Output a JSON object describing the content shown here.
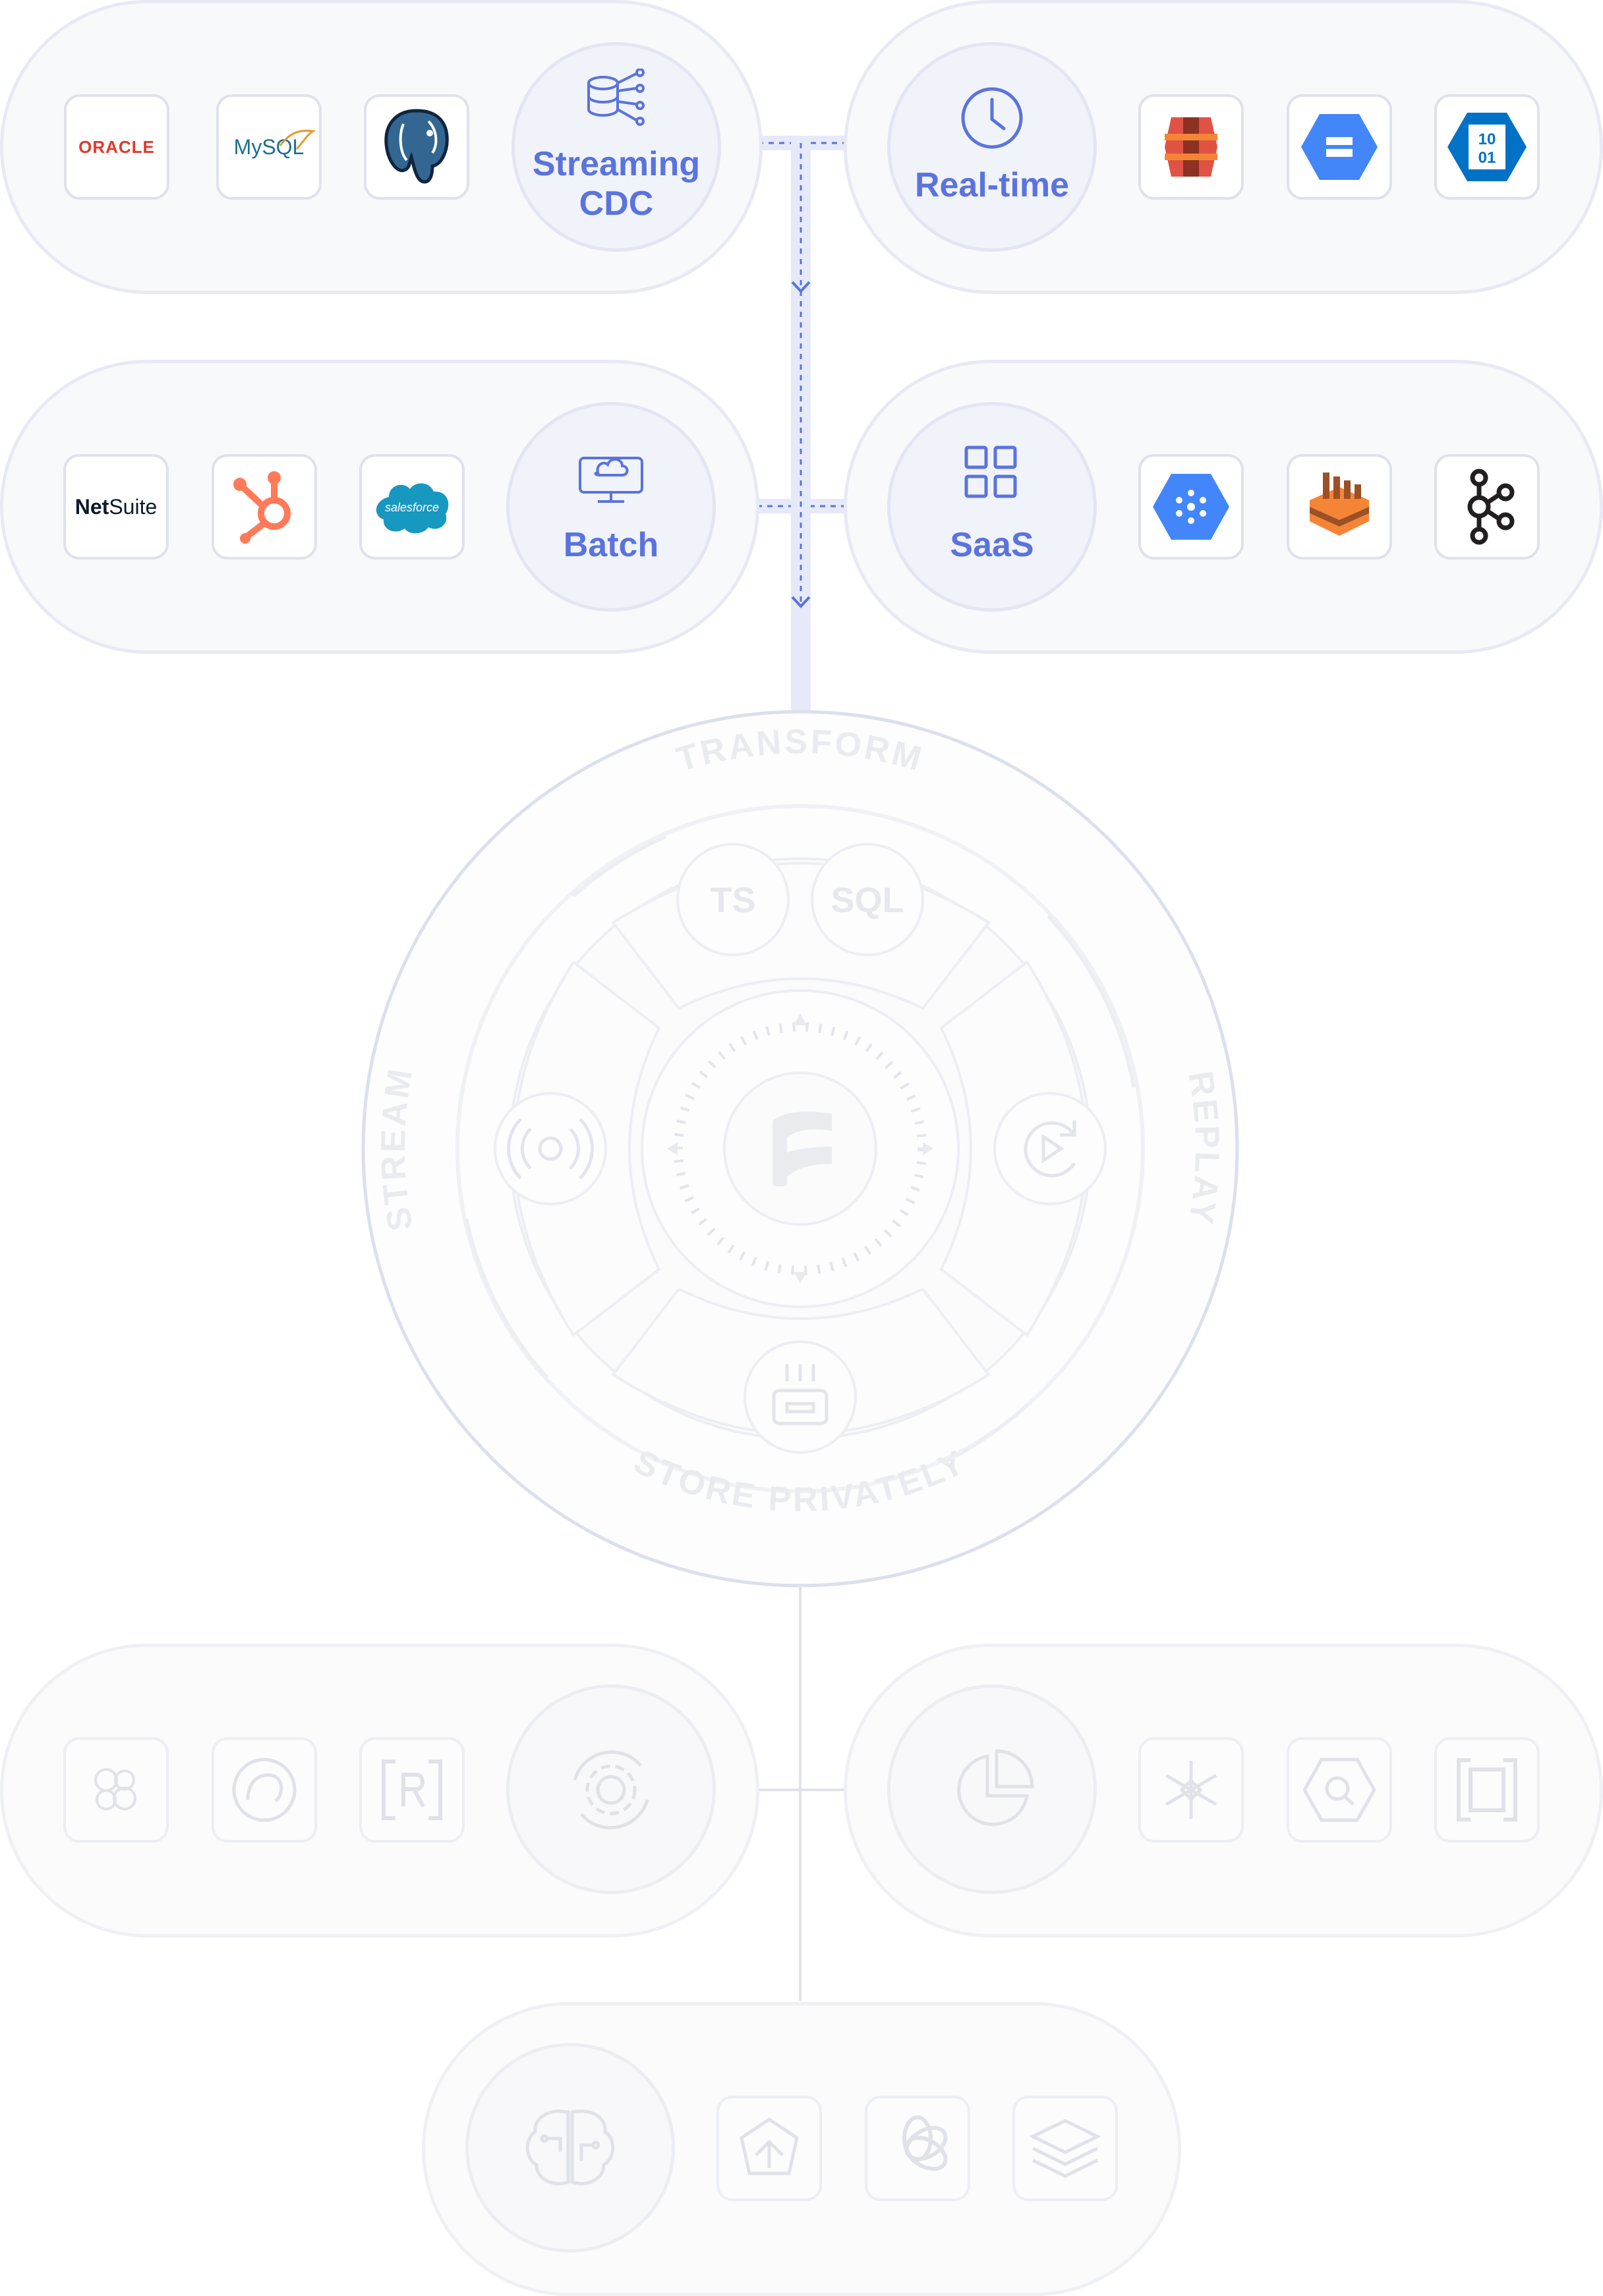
{
  "colors": {
    "accent": "#5a73dd",
    "connector": "#e6e9f8",
    "faded_icon": "#d8dbe3",
    "faded_text": "#e9ebef"
  },
  "sources": {
    "streaming_cdc": {
      "label_line1": "Streaming",
      "label_line2": "CDC",
      "icon": "database-stream-icon",
      "logos": [
        {
          "name": "oracle-logo",
          "text": "ORACLE"
        },
        {
          "name": "mysql-logo",
          "text": "MySQL"
        },
        {
          "name": "postgresql-logo",
          "text": ""
        }
      ]
    },
    "realtime": {
      "label": "Real-time",
      "icon": "clock-icon",
      "logos": [
        {
          "name": "aws-s3-logo"
        },
        {
          "name": "google-cloud-storage-logo"
        },
        {
          "name": "azure-blob-logo",
          "text": "10\n01"
        }
      ]
    },
    "batch": {
      "label": "Batch",
      "icon": "cloud-monitor-icon",
      "logos": [
        {
          "name": "netsuite-logo",
          "text_bold": "Net",
          "text_regular": "Suite"
        },
        {
          "name": "hubspot-logo"
        },
        {
          "name": "salesforce-logo",
          "text": "salesforce"
        }
      ]
    },
    "saas": {
      "label": "SaaS",
      "icon": "grid-apps-icon",
      "logos": [
        {
          "name": "google-pubsub-logo"
        },
        {
          "name": "aws-kinesis-logo"
        },
        {
          "name": "kafka-logo"
        }
      ]
    }
  },
  "hub": {
    "ring_labels": {
      "top": "TRANSFORM",
      "left": "STREAM",
      "right": "REPLAY",
      "bottom": "STORE PRIVATELY"
    },
    "transform_options": [
      "TS",
      "SQL"
    ],
    "center_icon": "estuary-logo-icon",
    "stream_icon": "broadcast-play-icon",
    "replay_icon": "replay-icon",
    "store_icon": "storage-drive-icon"
  },
  "destinations": {
    "ops": {
      "icon": "gear-cycle-icon",
      "logos": [
        "bubbles-logo",
        "postgres-outline-logo",
        "redshift-bracket-logo"
      ]
    },
    "analytics": {
      "icon": "pie-chart-icon",
      "logos": [
        "snowflake-logo",
        "bigquery-logo",
        "databricks-bracket-logo"
      ]
    },
    "ai": {
      "icon": "brain-circuit-icon",
      "logos": [
        "pinecone-logo",
        "openai-logo",
        "stack-layers-logo"
      ]
    }
  }
}
